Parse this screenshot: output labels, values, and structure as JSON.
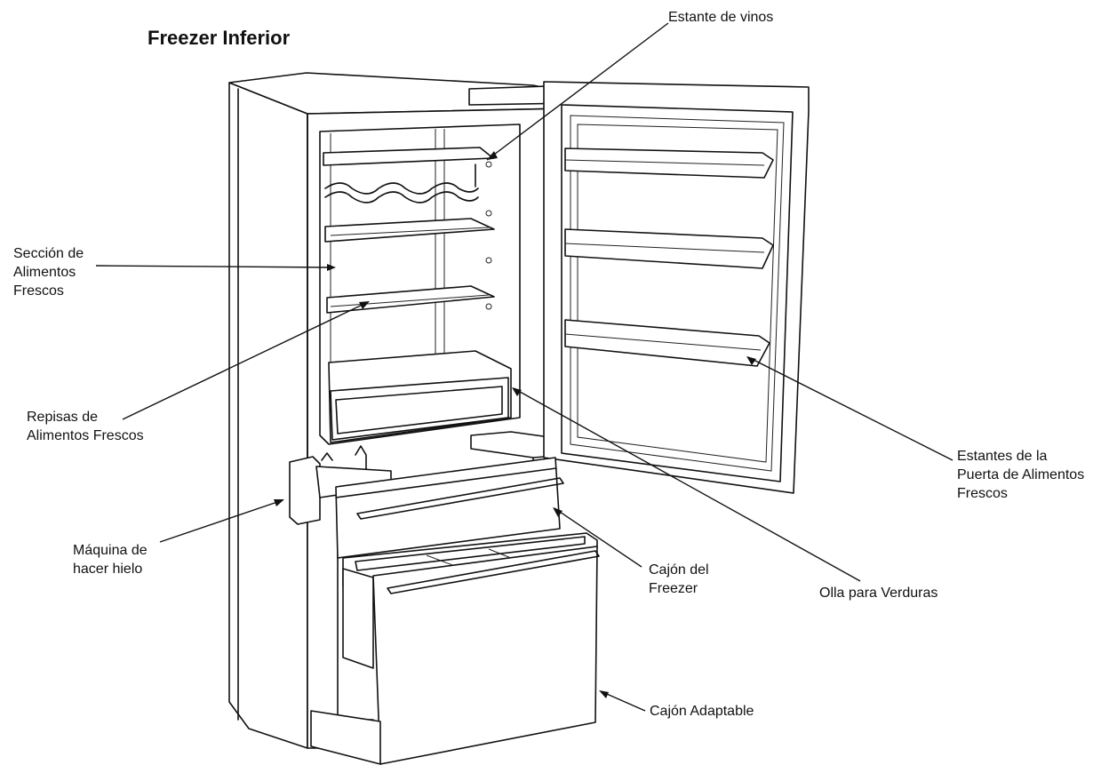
{
  "title": "Freezer Inferior",
  "labels": {
    "wine_rack": "Estante de vinos",
    "fresh_food_section": "Sección de\nAlimentos\nFrescos",
    "fresh_food_shelves": "Repisas de\nAlimentos  Frescos",
    "ice_maker": "Máquina de\nhacer hielo",
    "freezer_drawer": "Cajón del\nFreezer",
    "crisper": "Olla para Verduras",
    "door_bins": "Estantes de la\nPuerta de Alimentos\nFrescos",
    "adaptable_drawer": "Cajón Adaptable"
  }
}
